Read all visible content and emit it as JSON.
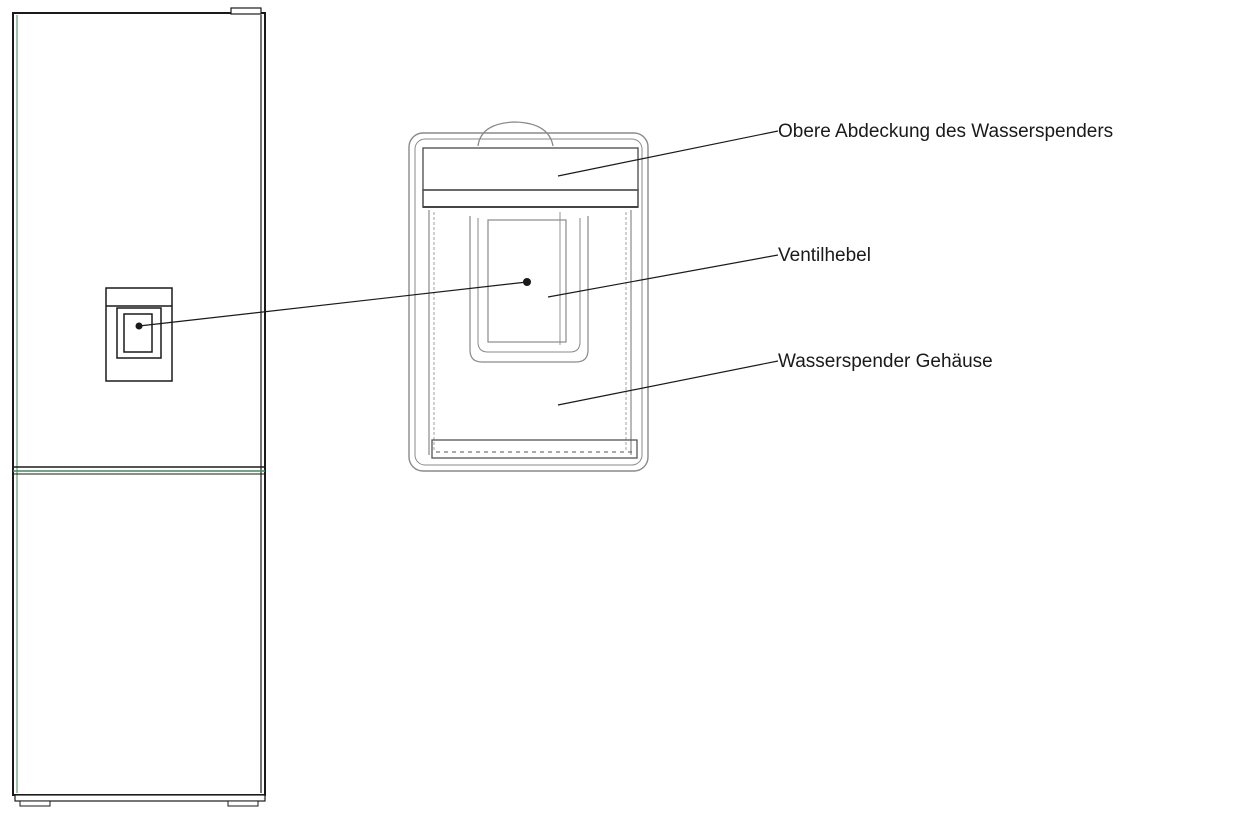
{
  "callouts": {
    "top_cover": "Obere Abdeckung des Wasserspenders",
    "valve_lever": "Ventilhebel",
    "housing": "Wasserspender Gehäuse"
  },
  "colors": {
    "line": "#1a1a1a",
    "sketch": "#8a8a8a",
    "divider_accent": "#3e8a5a"
  }
}
